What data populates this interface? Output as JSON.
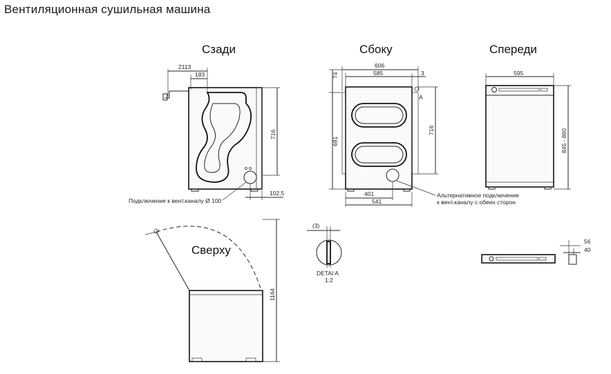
{
  "title": "Вентиляционная сушильная машина",
  "views": {
    "back": "Сзади",
    "side": "Сбоку",
    "front": "Спереди",
    "top": "Сверху"
  },
  "dimensions": {
    "back_2113": "2113",
    "back_183": "183",
    "back_716": "716",
    "back_102_5": "102,5",
    "side_606": "606",
    "side_585": "585",
    "side_3": "3",
    "side_74": "74",
    "side_691": "691",
    "side_716": "716",
    "side_401": "401",
    "side_541": "541",
    "front_595": "595",
    "front_845_860": "845 - 860",
    "top_1164": "1164",
    "detail_3": "(3)",
    "feet_56": "56",
    "feet_40": "40"
  },
  "notes": {
    "vent_back": "Подключение к вент.каналу Ø 100",
    "vent_side_line1": "Альтернативное подключение",
    "vent_side_line2": "к вент.каналу с обеих сторон",
    "marker_a": "A",
    "detail_line1": "DETAI  A",
    "detail_line2": "1:2"
  }
}
